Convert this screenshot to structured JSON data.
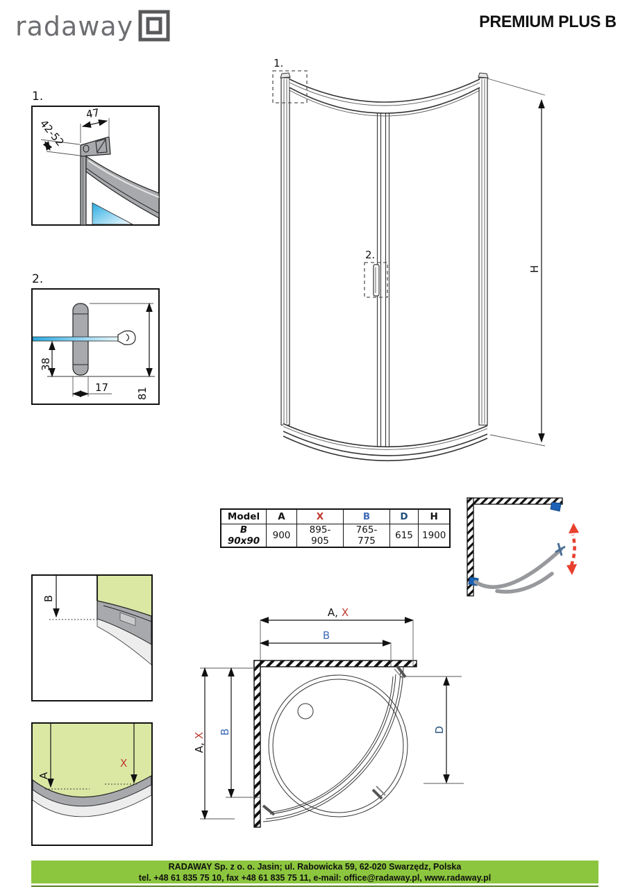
{
  "header": {
    "brand": "radaway",
    "title": "PREMIUM PLUS B"
  },
  "front_view": {
    "callout_top": "1.",
    "callout_handle": "2.",
    "dim_height": "H"
  },
  "detail_top_profile": {
    "label": "1.",
    "dim_width": "47",
    "dim_height_range": "42-52"
  },
  "detail_handle": {
    "label": "2.",
    "dim_glass_offset": "38",
    "dim_profile_width": "17",
    "dim_overall": "81"
  },
  "spec_table": {
    "headers": [
      "Model",
      "A",
      "X",
      "B",
      "D",
      "H"
    ],
    "rows": [
      {
        "model": "B 90x90",
        "a": "900",
        "x": "895-905",
        "b": "765-775",
        "d": "615",
        "h": "1900"
      }
    ]
  },
  "plan_view": {
    "dim_top_a": "A,",
    "dim_top_x": "X",
    "dim_top_b": "B",
    "dim_left_a": "A,",
    "dim_left_x": "X",
    "dim_left_b": "B",
    "dim_right_d": "D"
  },
  "glass_detail_b": {
    "dim_b": "B"
  },
  "glass_detail_ax": {
    "dim_a": "A",
    "dim_x": "X"
  },
  "footer": {
    "line1": "RADAWAY Sp. z o. o. Jasin; ul. Rabowicka 59, 62-020 Swarzędz, Polska",
    "line2": "tel. +48 61 835 75 10, fax +48 61 835 75 11, e-mail: office@radaway.pl, www.radaway.pl"
  },
  "colors": {
    "logo_gray": "#6D6E71",
    "profile_gray": "#A7A9AC",
    "glass_blue": "#29ABE2",
    "glass_green": "#DBE8A4",
    "footer_green": "#8CC63E",
    "dim_red": "#BE3A31",
    "dim_blue": "#3F6BB6",
    "dim_navy": "#1F4E79",
    "arrow_red": "#E8402F",
    "clip_blue": "#1C63B7"
  }
}
